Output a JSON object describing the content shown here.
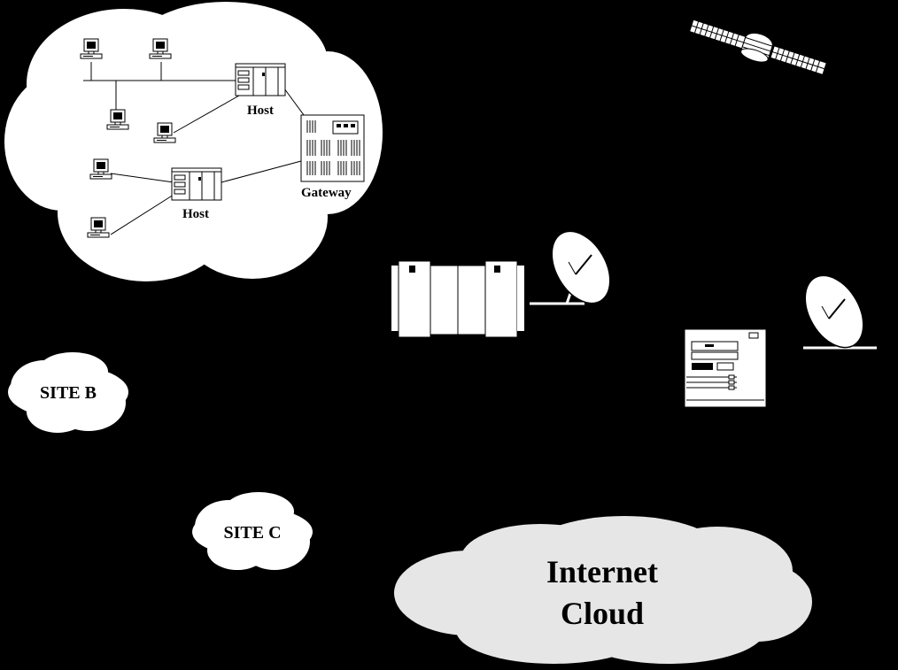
{
  "labels": {
    "host_top": "Host",
    "host_bottom": "Host",
    "gateway": "Gateway",
    "site_b": "SITE B",
    "site_c": "SITE C",
    "internet_line1": "Internet",
    "internet_line2": "Cloud"
  },
  "colors": {
    "background": "#000000",
    "site_cloud": "#ffffff",
    "internet_cloud": "#e6e6e6",
    "equipment": "#ffffff"
  }
}
